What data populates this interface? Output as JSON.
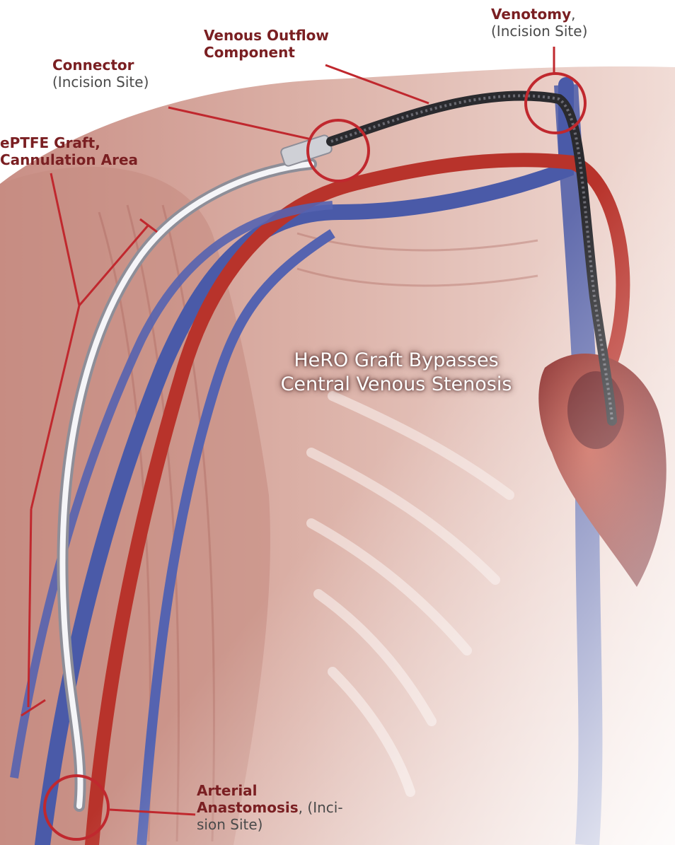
{
  "labels": {
    "venotomy": {
      "bold": "Venotomy",
      "rest": ",",
      "line2": "(Incision Site)"
    },
    "venous_outflow": {
      "line1": "Venous Outflow",
      "line2": "Component"
    },
    "connector": {
      "bold": "Connector",
      "line2": "(Incision Site)"
    },
    "eptfe": {
      "line1": "ePTFE Graft,",
      "line2": "Cannulation Area"
    },
    "arterial": {
      "line1": "Arterial",
      "bold2": "Anastomosis",
      "rest2": ", (Inci-",
      "line3": "sion Site)"
    }
  },
  "center_text": {
    "line1": "HeRO Graft Bypasses",
    "line2": "Central Venous Stenosis"
  },
  "colors": {
    "callout_red": "#c0282e",
    "artery": "#b8332b",
    "vein": "#4a5aa8",
    "muscle": "#d8a69a",
    "skin": "#e8c7bd",
    "graft": "#e8e8ec",
    "outflow": "#2a2a2e",
    "heart": "#8e2024"
  }
}
